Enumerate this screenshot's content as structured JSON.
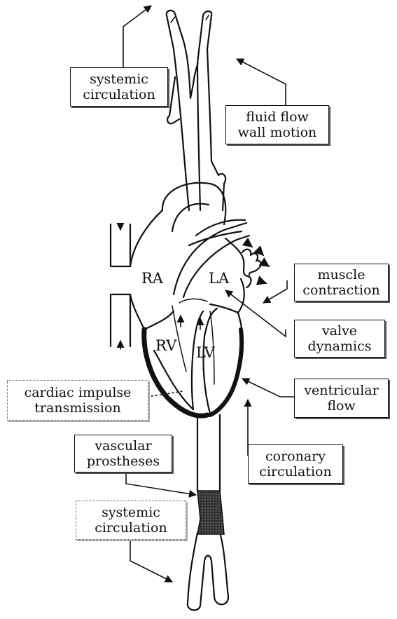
{
  "chambers": {
    "ra": "RA",
    "la": "LA",
    "rv": "RV",
    "lv": "LV"
  },
  "labels": {
    "systemic_top": [
      "systemic",
      "circulation"
    ],
    "fluid_flow": [
      "fluid flow",
      "wall motion"
    ],
    "muscle": [
      "muscle",
      "contraction"
    ],
    "valve": [
      "valve",
      "dynamics"
    ],
    "cardiac_impulse": [
      "cardiac impulse",
      "transmission"
    ],
    "ventricular": [
      "ventricular",
      "flow"
    ],
    "vascular": [
      "vascular",
      "prostheses"
    ],
    "coronary": [
      "coronary",
      "circulation"
    ],
    "systemic_bottom": [
      "systemic",
      "circulation"
    ]
  }
}
